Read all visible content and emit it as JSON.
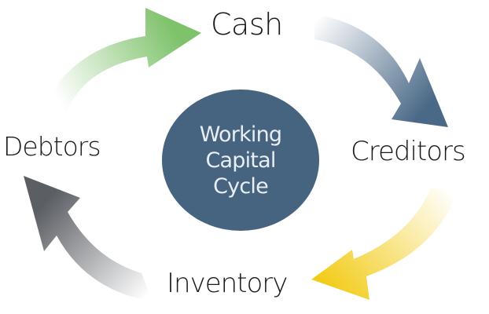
{
  "diagram": {
    "center": {
      "lines": [
        "Working",
        "Capital",
        "Cycle"
      ]
    },
    "nodes": {
      "cash": "Cash",
      "creditors": "Creditors",
      "inventory": "Inventory",
      "debtors": "Debtors"
    },
    "arrows": [
      {
        "from": "debtors",
        "to": "cash",
        "color": "#7ec26b"
      },
      {
        "from": "cash",
        "to": "creditors",
        "color": "#4a6987"
      },
      {
        "from": "creditors",
        "to": "inventory",
        "color": "#f2cc1a"
      },
      {
        "from": "inventory",
        "to": "debtors",
        "color": "#5b5e63"
      }
    ]
  }
}
